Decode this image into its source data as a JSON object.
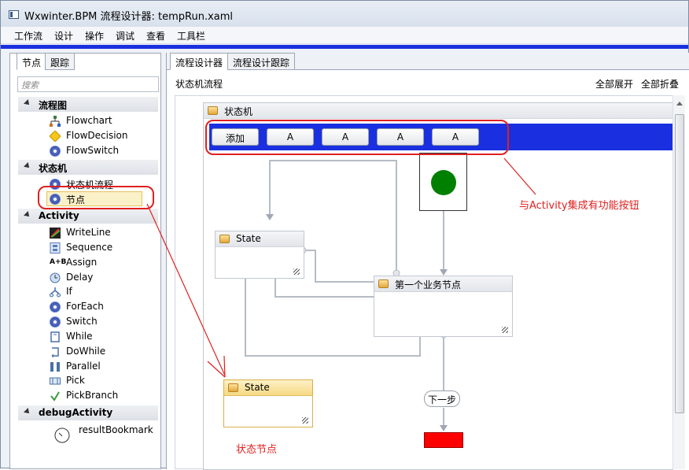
{
  "window": {
    "title": "Wxwinter.BPM 流程设计器: tempRun.xaml"
  },
  "menu": [
    "工作流",
    "设计",
    "操作",
    "调试",
    "查看",
    "工具栏"
  ],
  "left_tabs": [
    "节点",
    "跟踪"
  ],
  "search": {
    "placeholder": "搜索"
  },
  "toolbox": {
    "flow": {
      "label": "流程图",
      "items": [
        "Flowchart",
        "FlowDecision",
        "FlowSwitch"
      ]
    },
    "state": {
      "label": "状态机",
      "items": [
        "状态机流程",
        "节点"
      ]
    },
    "activity": {
      "label": "Activity",
      "items": [
        "WriteLine",
        "Sequence",
        "Assign",
        "Delay",
        "If",
        "ForEach",
        "Switch",
        "While",
        "DoWhile",
        "Parallel",
        "Pick",
        "PickBranch"
      ]
    },
    "debug": {
      "label": "debugActivity",
      "items": [
        "resultBookmark"
      ]
    }
  },
  "right_tabs": [
    "流程设计器",
    "流程设计跟踪"
  ],
  "header": {
    "breadcrumb": "状态机流程",
    "expand_all": "全部展开",
    "collapse_all": "全部折叠"
  },
  "designer": {
    "container_title": "状态机",
    "add_button": "添加",
    "a_buttons": [
      "A",
      "A",
      "A",
      "A"
    ],
    "nodes": {
      "state1": "State",
      "business": "第一个业务节点",
      "state2": "State"
    },
    "transition_label": "下一步"
  },
  "annotations": {
    "buttons_note": "与Activity集成有功能按钮",
    "state_note": "状态节点"
  },
  "colors": {
    "accent_bar": "#1a30e0",
    "start_circle": "#008000",
    "end_node": "#ff0000",
    "annotation": "#e02020"
  }
}
